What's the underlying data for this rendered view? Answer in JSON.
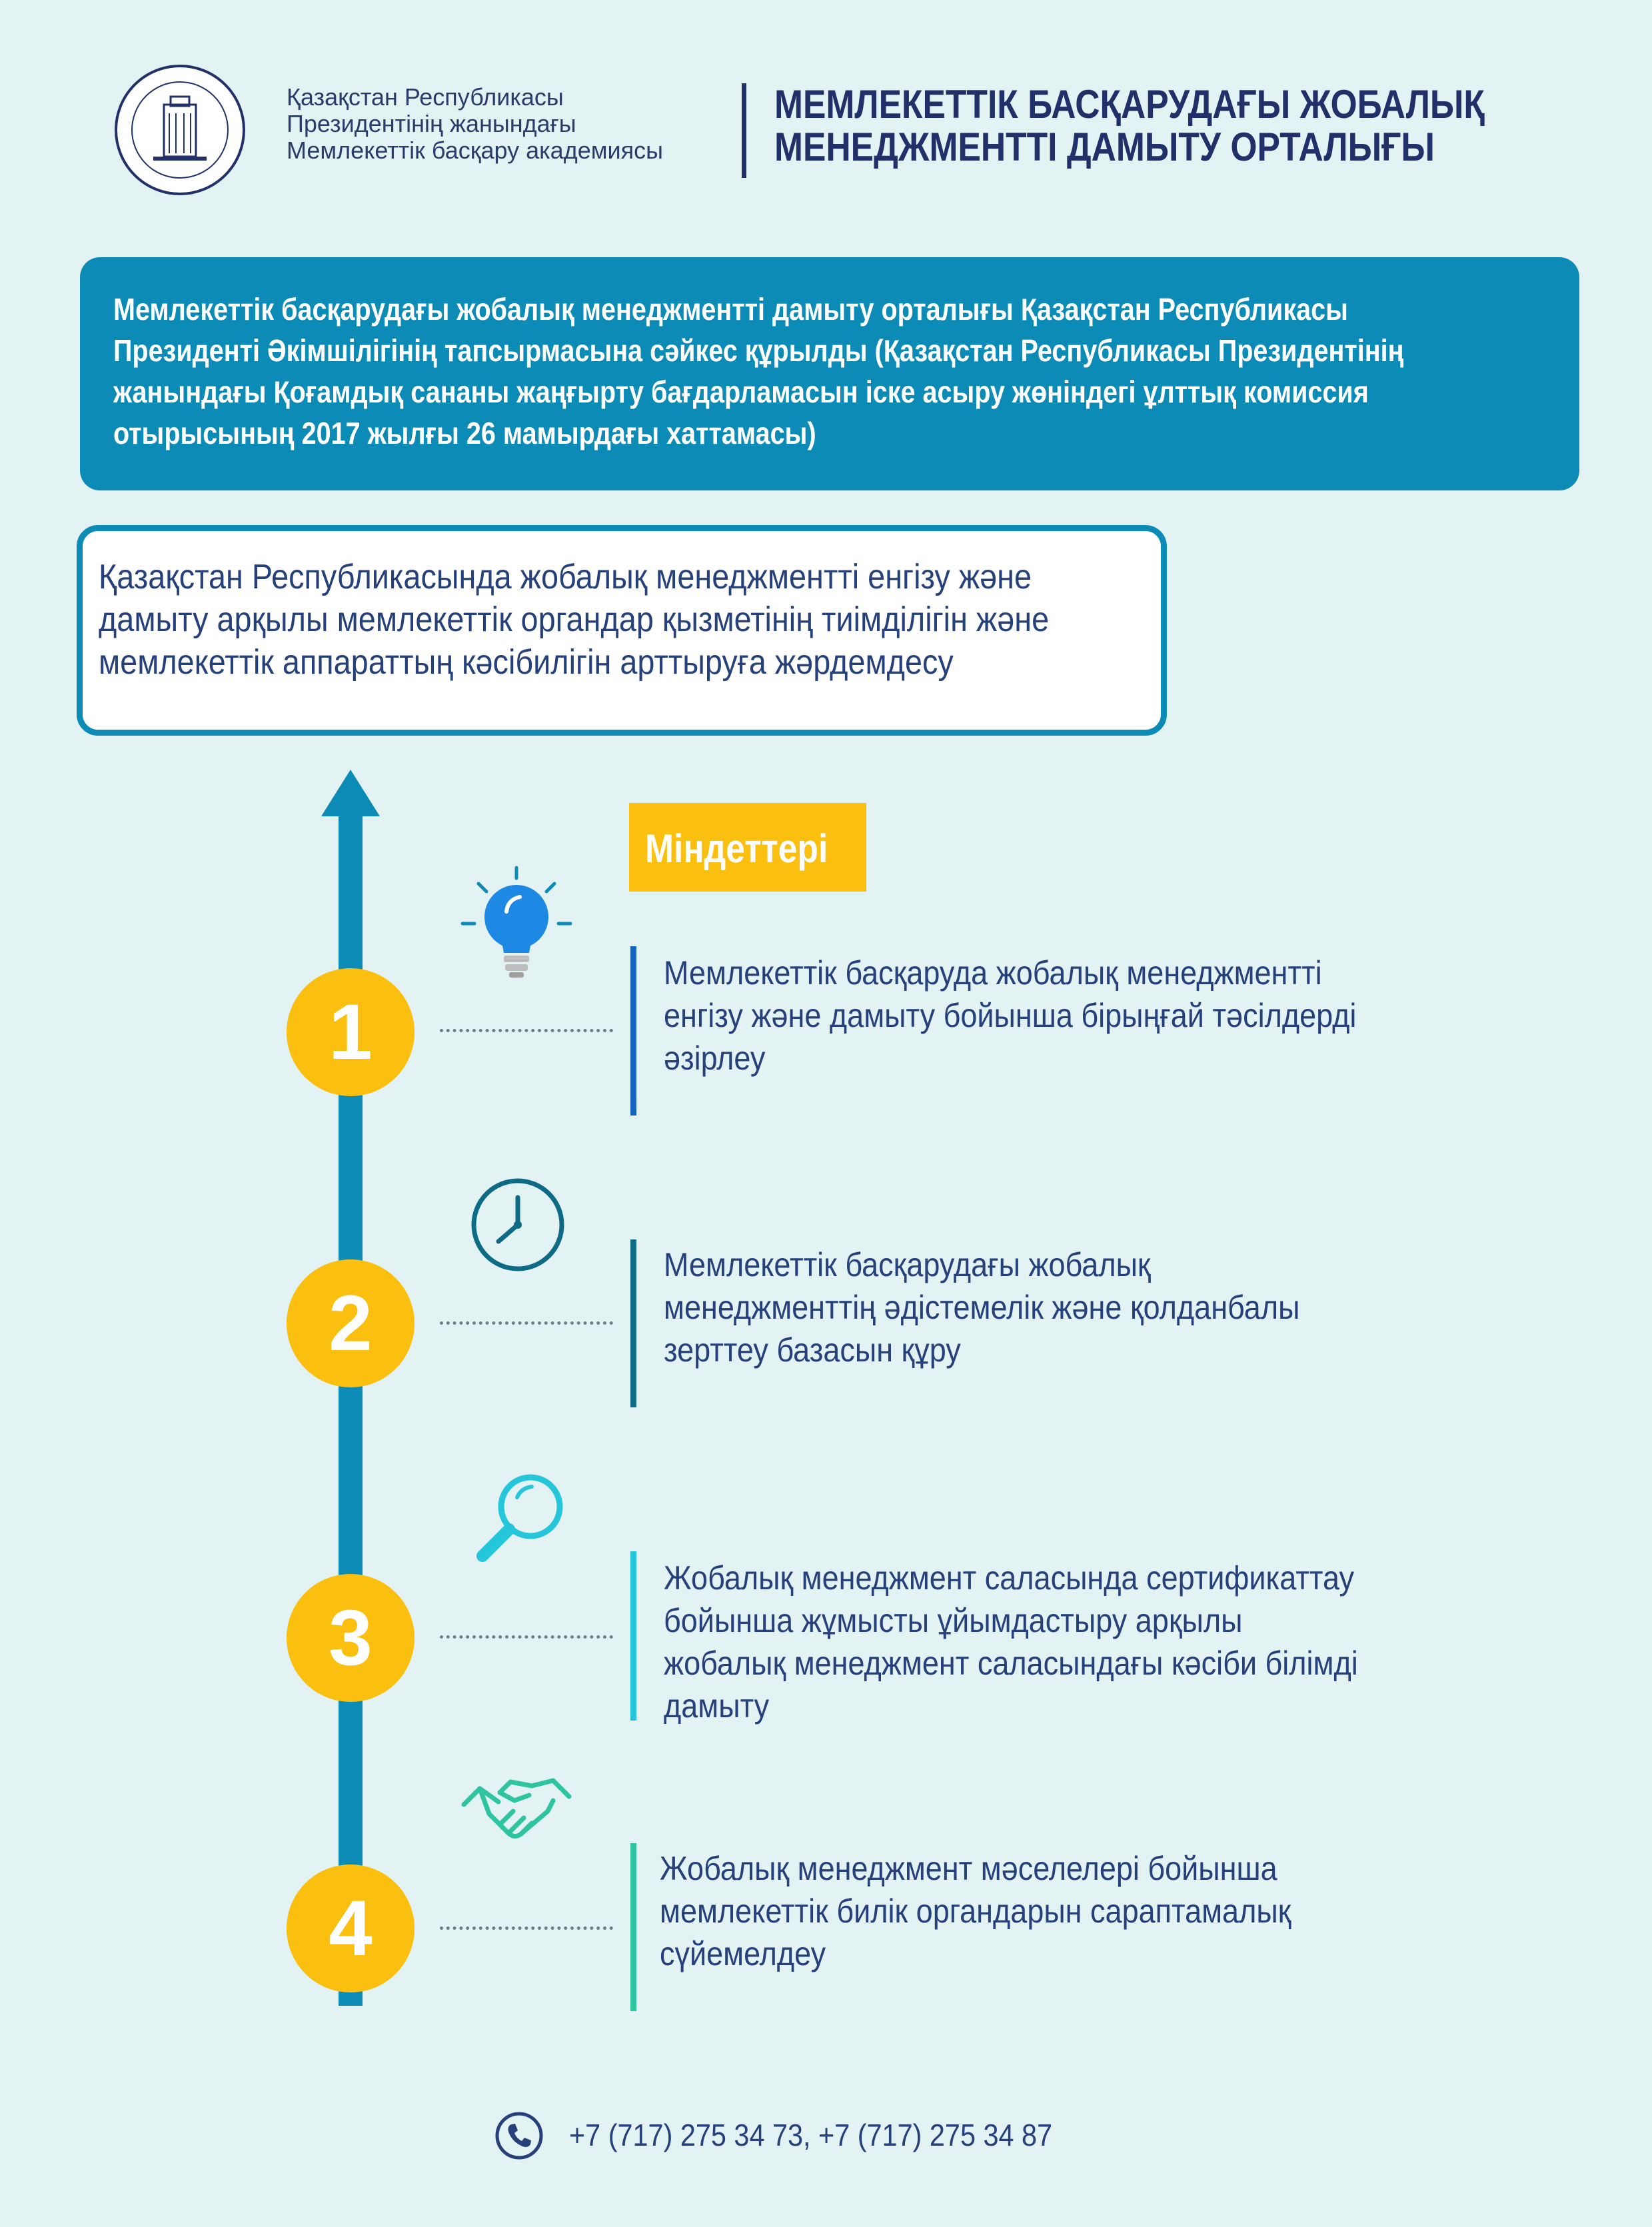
{
  "header": {
    "org_lines": [
      "Қазақстан Республикасы",
      "Президентінің жанындағы",
      "Мемлекеттік басқару академиясы"
    ],
    "center_title_lines": [
      "МЕМЛЕКЕТТІК БАСҚАРУДАҒЫ ЖОБАЛЫҚ",
      "МЕНЕДЖМЕНТТІ ДАМЫТУ ОРТАЛЫҒЫ"
    ]
  },
  "banner": {
    "lines": [
      "Мемлекеттік басқарудағы жобалық менеджментті дамыту орталығы Қазақстан Республикасы",
      "Президенті Әкімшілігінің тапсырмасына сәйкес құрылды (Қазақстан Республикасы Президентінің",
      "жанындағы Қоғамдық сананы жаңғырту бағдарламасын іске асыру жөніндегі ұлттық комиссия",
      "отырысының 2017 жылғы 26 мамырдағы хаттамасы)"
    ]
  },
  "goal": {
    "lines": [
      "Қазақстан Республикасында жобалық менеджментті енгізу және",
      "дамыту арқылы мемлекеттік органдар қызметінің тиімділігін және",
      "мемлекеттік аппараттың кәсібилігін арттыруға жәрдемдесу"
    ]
  },
  "tasks_heading": "Міндеттері",
  "tasks": [
    {
      "number": "1",
      "icon": "lightbulb-icon",
      "bar_color": "#1565c0",
      "lines": [
        "Мемлекеттік басқаруда жобалық менеджментті",
        "енгізу және дамыту бойынша бірыңғай тәсілдерді",
        "әзірлеу"
      ]
    },
    {
      "number": "2",
      "icon": "clock-icon",
      "bar_color": "#0d6b86",
      "lines": [
        "Мемлекеттік басқарудағы жобалық",
        "менеджменттің әдістемелік және қолданбалы",
        "зерттеу базасын құру"
      ]
    },
    {
      "number": "3",
      "icon": "magnifier-icon",
      "bar_color": "#26c6da",
      "lines": [
        "Жобалық менеджмент саласында сертификаттау",
        "бойынша жұмысты ұйымдастыру арқылы",
        "жобалық менеджмент саласындағы кәсіби білімді",
        "дамыту"
      ]
    },
    {
      "number": "4",
      "icon": "handshake-icon",
      "bar_color": "#2ec4a0",
      "lines": [
        "Жобалық менеджмент мәселелері бойынша",
        "мемлекеттік билік органдарын сараптамалық",
        "сүйемелдеу"
      ]
    }
  ],
  "footer": {
    "phones": "+7 (717) 275 34 73, +7 (717) 275 34 87"
  },
  "colors": {
    "primary_blue": "#0d8bb7",
    "accent_yellow": "#fbbf0f",
    "navy": "#22306a",
    "background": "#e3f2f3"
  }
}
